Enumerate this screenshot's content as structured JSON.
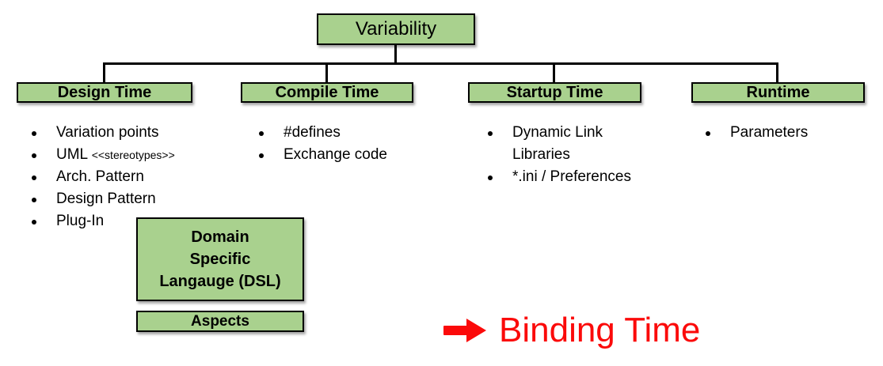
{
  "root": {
    "label": "Variability"
  },
  "branches": [
    {
      "label": "Design Time",
      "items": [
        {
          "text": "Variation points"
        },
        {
          "text": "UML ",
          "small": "<<stereotypes>>"
        },
        {
          "text": "Arch. Pattern"
        },
        {
          "text": "Design Pattern"
        },
        {
          "text": "Plug-In"
        }
      ]
    },
    {
      "label": "Compile Time",
      "items": [
        {
          "text": "#defines"
        },
        {
          "text": "Exchange code"
        }
      ]
    },
    {
      "label": "Startup Time",
      "items": [
        {
          "text": "Dynamic Link\nLibraries"
        },
        {
          "text": "*.ini / Preferences"
        }
      ]
    },
    {
      "label": "Runtime",
      "items": [
        {
          "text": "Parameters"
        }
      ]
    }
  ],
  "extra_boxes": {
    "dsl": {
      "label": "Domain\nSpecific\nLangauge (DSL)"
    },
    "aspects": {
      "label": "Aspects"
    }
  },
  "annotation": {
    "arrow_icon": "right-arrow",
    "label": "Binding Time",
    "color": "#fb0a0a"
  },
  "colors": {
    "box_fill": "#a9d18e",
    "box_border": "#000000",
    "connector": "#000000"
  }
}
